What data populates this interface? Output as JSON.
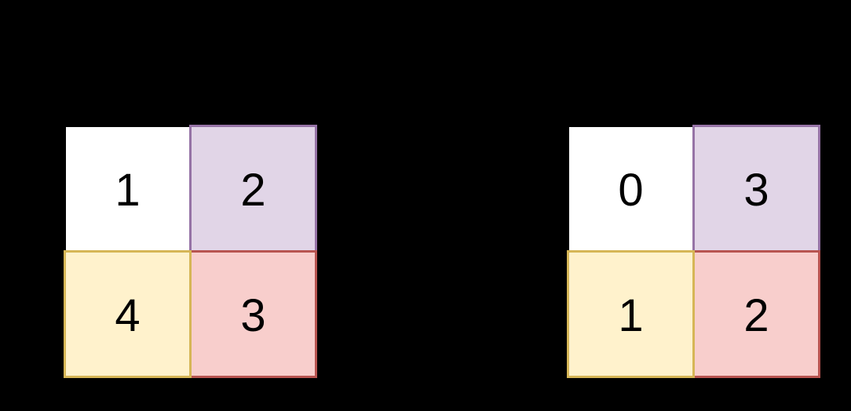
{
  "canvas": {
    "background": "#000000",
    "text_color": "#000000"
  },
  "grids": [
    {
      "id": "left",
      "cells": [
        {
          "position": "top-left",
          "value": "1",
          "fill": "#FFFFFF",
          "stroke": "#000000"
        },
        {
          "position": "top-right",
          "value": "2",
          "fill": "#E1D5E7",
          "stroke": "#9673A6"
        },
        {
          "position": "bottom-left",
          "value": "4",
          "fill": "#FFF2CC",
          "stroke": "#D6B656"
        },
        {
          "position": "bottom-right",
          "value": "3",
          "fill": "#F8CECC",
          "stroke": "#B85450"
        }
      ]
    },
    {
      "id": "right",
      "cells": [
        {
          "position": "top-left",
          "value": "0",
          "fill": "#FFFFFF",
          "stroke": "#000000"
        },
        {
          "position": "top-right",
          "value": "3",
          "fill": "#E1D5E7",
          "stroke": "#9673A6"
        },
        {
          "position": "bottom-left",
          "value": "1",
          "fill": "#FFF2CC",
          "stroke": "#D6B656"
        },
        {
          "position": "bottom-right",
          "value": "2",
          "fill": "#F8CECC",
          "stroke": "#B85450"
        }
      ]
    }
  ]
}
